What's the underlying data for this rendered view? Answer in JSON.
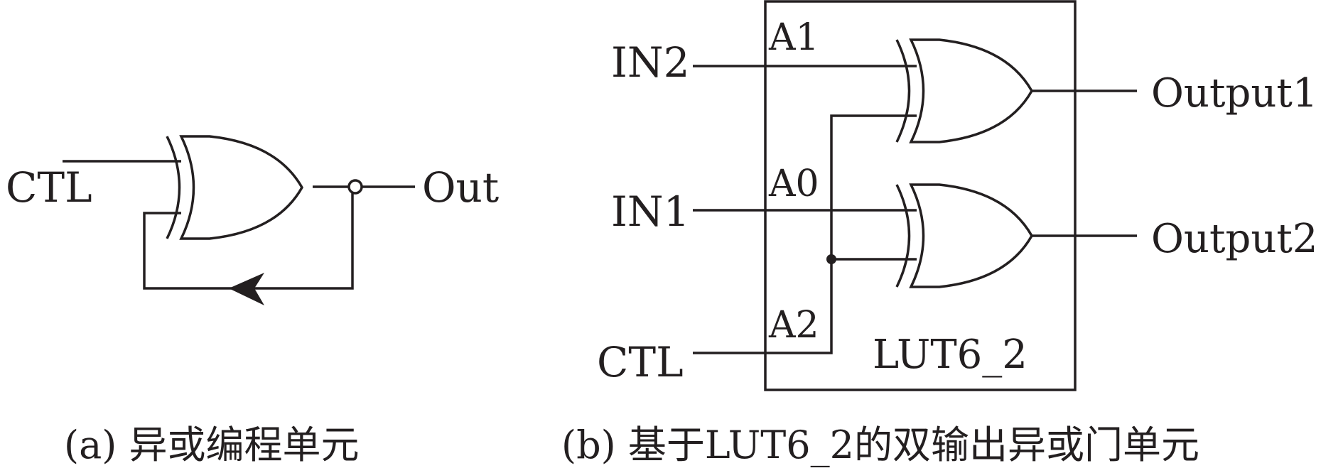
{
  "diagram_a": {
    "input_label": "CTL",
    "output_label": "Out",
    "caption": "(a) 异或编程单元"
  },
  "diagram_b": {
    "inputs": [
      "IN2",
      "IN1",
      "CTL"
    ],
    "pins": [
      "A1",
      "A0",
      "A2"
    ],
    "outputs": [
      "Output1",
      "Output2"
    ],
    "block_label": "LUT6_2",
    "caption": "(b) 基于LUT6_2的双输出异或门单元"
  }
}
